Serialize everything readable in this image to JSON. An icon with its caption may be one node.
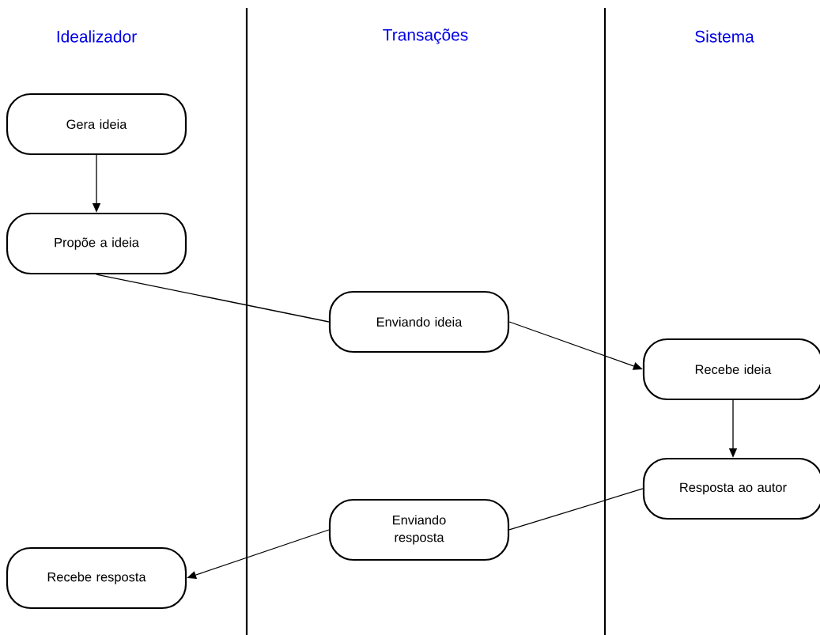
{
  "diagram": {
    "nodes": [
      {
        "text": [
          "Gera ideia"
        ]
      },
      {
        "text": [
          "Propõe a ideia"
        ]
      },
      {
        "text": [
          "Enviando ideia"
        ]
      },
      {
        "text": [
          "Recebe ideia"
        ]
      },
      {
        "text": [
          "Resposta ao autor"
        ]
      },
      {
        "text": [
          "Enviando resposta"
        ]
      },
      {
        "text": [
          "Recebe resposta"
        ]
      }
    ],
    "edges": [
      {
        "from": 0,
        "to": 1,
        "arrow": "to"
      },
      {
        "from": 1,
        "to": 2,
        "arrow": "none"
      },
      {
        "from": 2,
        "to": 3,
        "arrow": "to"
      },
      {
        "from": 3,
        "to": 4,
        "arrow": "to"
      },
      {
        "from": 4,
        "to": 5,
        "arrow": "none"
      },
      {
        "from": 5,
        "to": 6,
        "arrow": "to"
      }
    ],
    "labels": [
      "Idealizador",
      "Transações",
      "Sistema"
    ]
  }
}
